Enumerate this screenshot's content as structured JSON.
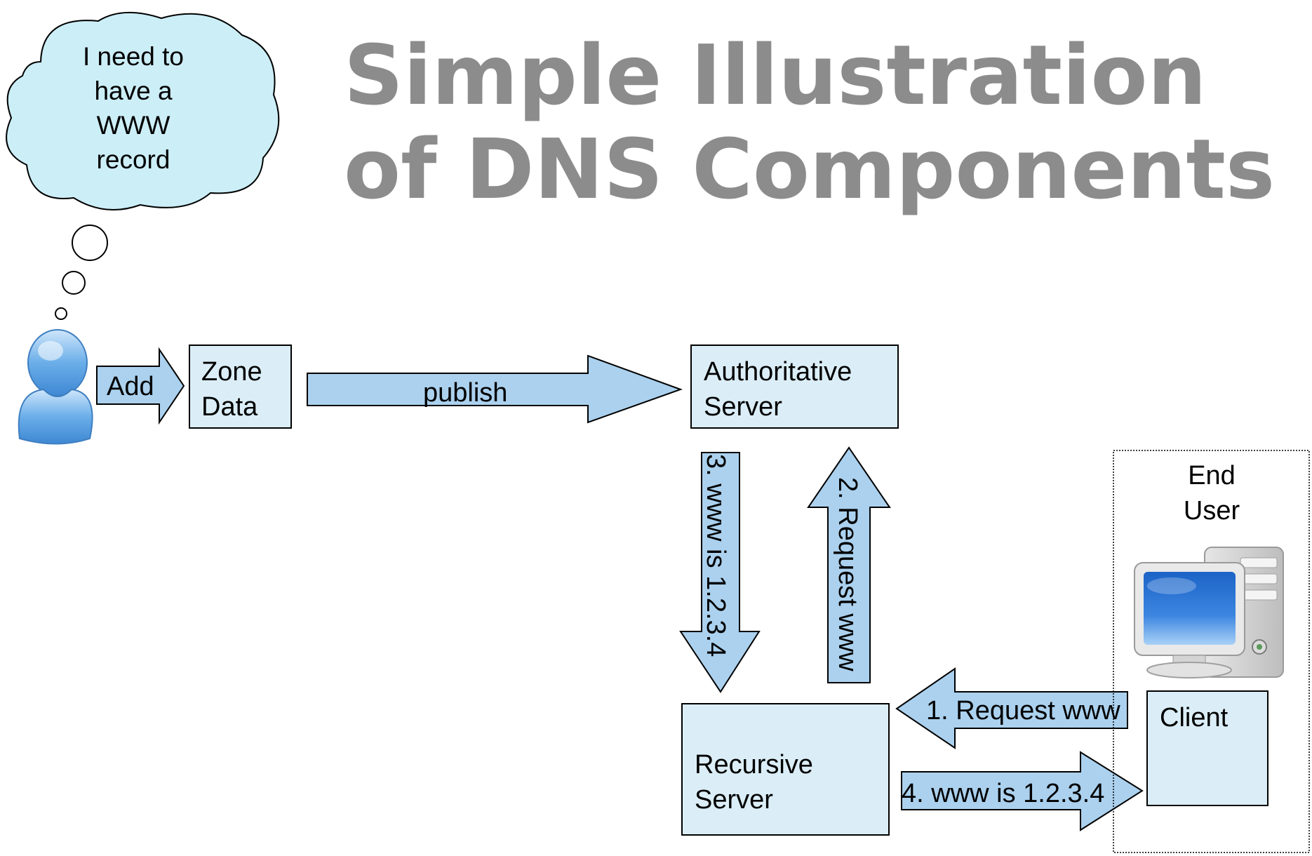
{
  "title": {
    "line1": "Simple Illustration",
    "line2": "of DNS Components"
  },
  "thought": {
    "line1": "I need to",
    "line2": "have a",
    "line3": "WWW",
    "line4": "record"
  },
  "arrows": {
    "add": "Add",
    "publish": "publish",
    "response_down": "3. www is 1.2.3.4",
    "request_up": "2. Request www",
    "request_left": "1. Request www",
    "response_right": "4. www is 1.2.3.4"
  },
  "boxes": {
    "zone_data_line1": "Zone",
    "zone_data_line2": "Data",
    "authoritative_line1": "Authoritative",
    "authoritative_line2": "Server",
    "recursive_line1": "Recursive",
    "recursive_line2": "Server",
    "client": "Client"
  },
  "end_user": {
    "line1": "End",
    "line2": "User"
  },
  "colors": {
    "box_fill": "#dbeef7",
    "arrow_fill": "#abd1ee",
    "title": "#8c8c8c",
    "cloud_fill": "#cceef7"
  },
  "icons": {
    "person": "person-icon",
    "computer": "computer-icon"
  }
}
